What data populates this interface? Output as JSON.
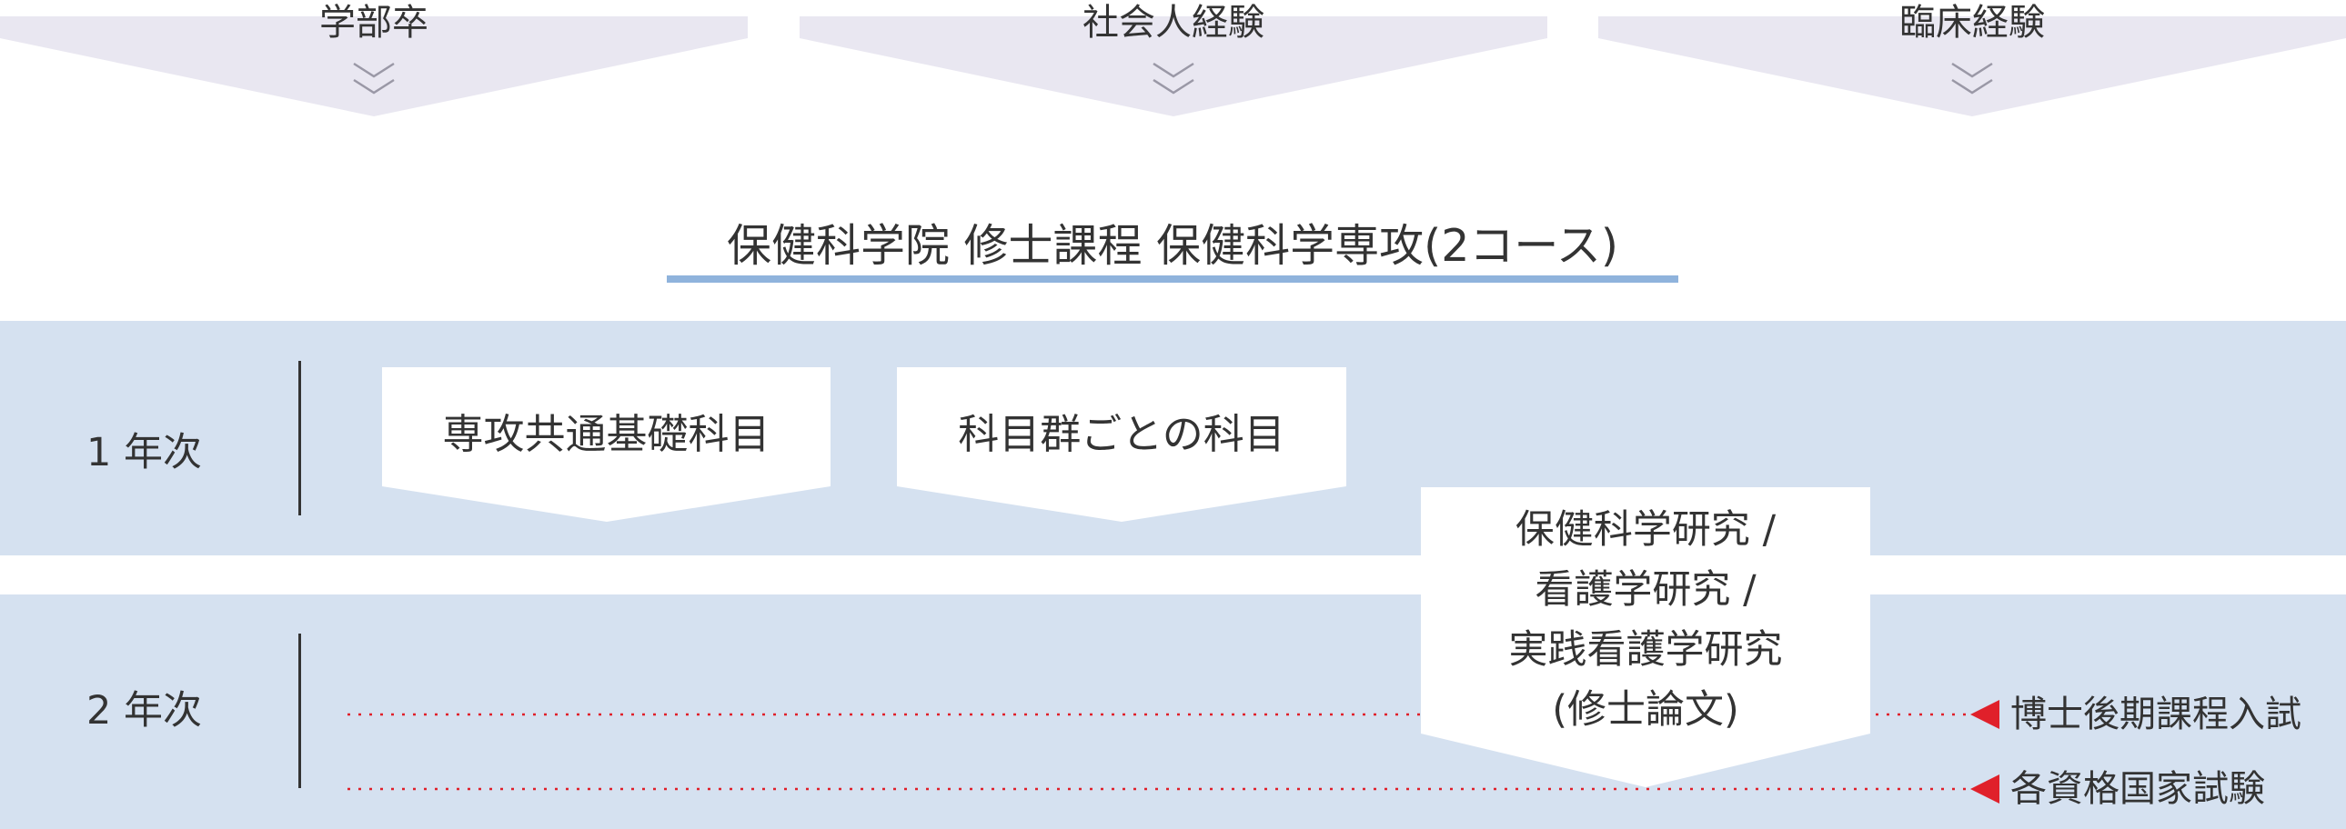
{
  "entry_paths": [
    {
      "label": "学部卒",
      "icon": "double-chevron-down-icon"
    },
    {
      "label": "社会人経験",
      "icon": "double-chevron-down-icon"
    },
    {
      "label": "臨床経験",
      "icon": "double-chevron-down-icon"
    }
  ],
  "program_title": "保健科学院 修士課程 保健科学専攻(2コース)",
  "years": [
    {
      "label": "1 年次"
    },
    {
      "label": "2 年次"
    }
  ],
  "subjects": [
    {
      "label": "専攻共通基礎科目"
    },
    {
      "label": "科目群ごとの科目"
    }
  ],
  "research": {
    "lines": [
      "保健科学研究 /",
      "看護学研究 /",
      "実践看護学研究",
      "(修士論文)"
    ]
  },
  "outcomes": [
    {
      "label": "博士後期課程入試",
      "icon": "red-triangle-left-icon"
    },
    {
      "label": "各資格国家試験",
      "icon": "red-triangle-left-icon"
    }
  ],
  "colors": {
    "entry_banner": "#e9e7f1",
    "band": "#d5e1f0",
    "title_underline": "#8fb3dc",
    "dotted_line": "#e0202a",
    "arrow_marker": "#e0202a",
    "chevron": "#9a98a6"
  }
}
